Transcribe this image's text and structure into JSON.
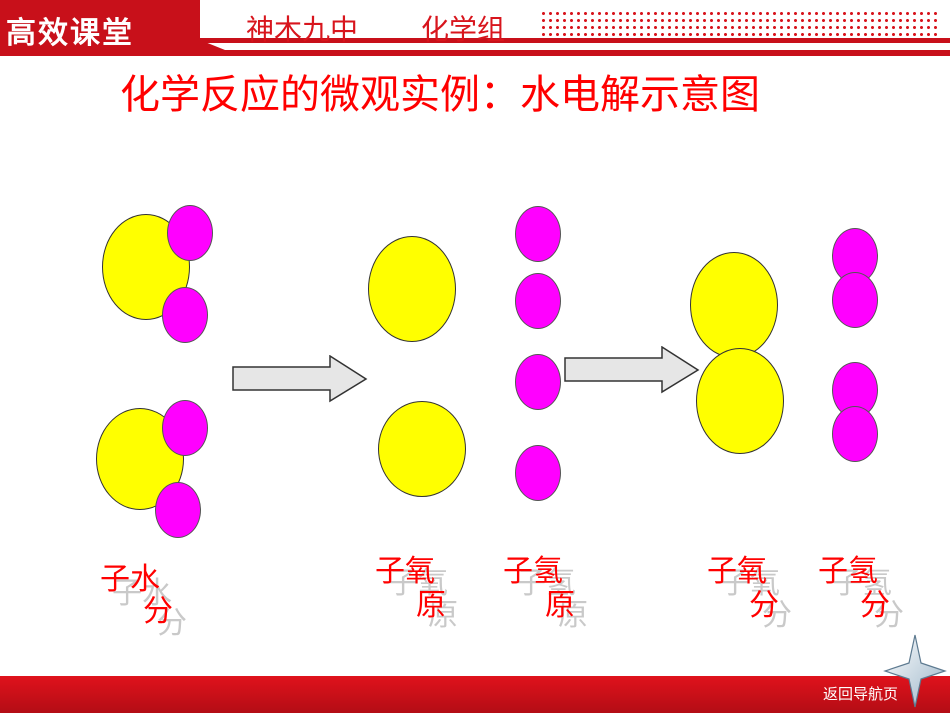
{
  "header": {
    "brand": "高效课堂",
    "school": "神木九中",
    "group": "化学组"
  },
  "title": "化学反应的微观实例：水电解示意图",
  "labels": {
    "water_molecule": [
      "子水",
      "分"
    ],
    "oxygen_atom": [
      "子氧",
      "原"
    ],
    "hydrogen_atom": [
      "子氢",
      "原"
    ],
    "oxygen_molecule": [
      "子氧",
      "分"
    ],
    "hydrogen_molecule": [
      "子氢",
      "分"
    ]
  },
  "ghost_labels": {
    "water": [
      "子水",
      "分"
    ],
    "oxygen_atom": [
      "子氧",
      "原"
    ],
    "hydrogen_atom": [
      "子氢",
      "原"
    ],
    "oxygen_molecule": [
      "子氧",
      "分"
    ],
    "hydrogen_molecule": [
      "子氢",
      "分"
    ]
  },
  "colors": {
    "accent": "#c8101a",
    "title": "#ff0000",
    "oxygen": "#ffff00",
    "hydrogen": "#ff00ff"
  },
  "footer": {
    "back_label": "返回导航页"
  },
  "icons": [
    "arrow-right-icon",
    "star-icon"
  ]
}
